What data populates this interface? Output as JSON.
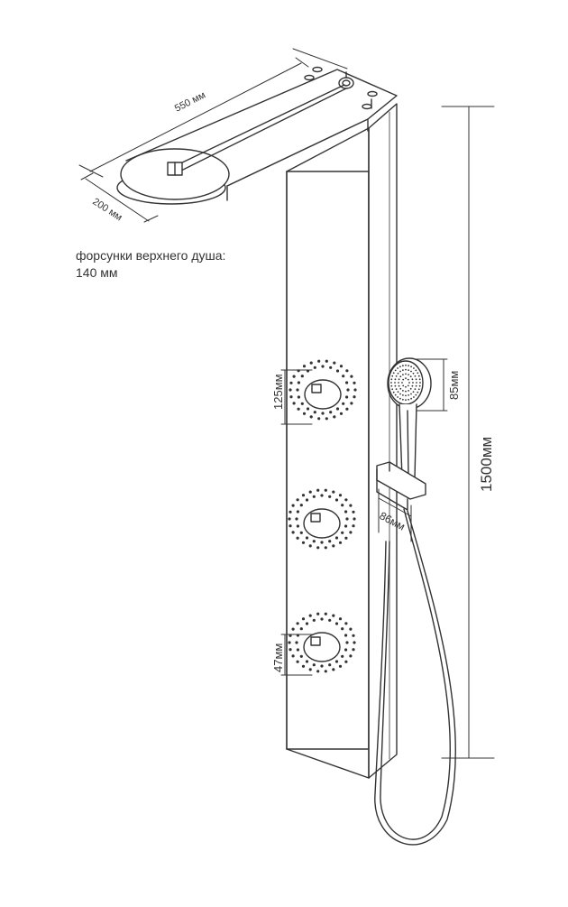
{
  "dimensions": {
    "top_length": "550 мм",
    "top_width": "200 мм",
    "height": "1500мм",
    "hand_shower": "85мм",
    "hose_holder": "86мм",
    "jet_spacing": "125мм",
    "jet_diameter": "47мм"
  },
  "note": {
    "line1": "форсунки верхнего душа:",
    "line2": "140 мм"
  },
  "colors": {
    "line": "#333333",
    "background": "#ffffff"
  }
}
